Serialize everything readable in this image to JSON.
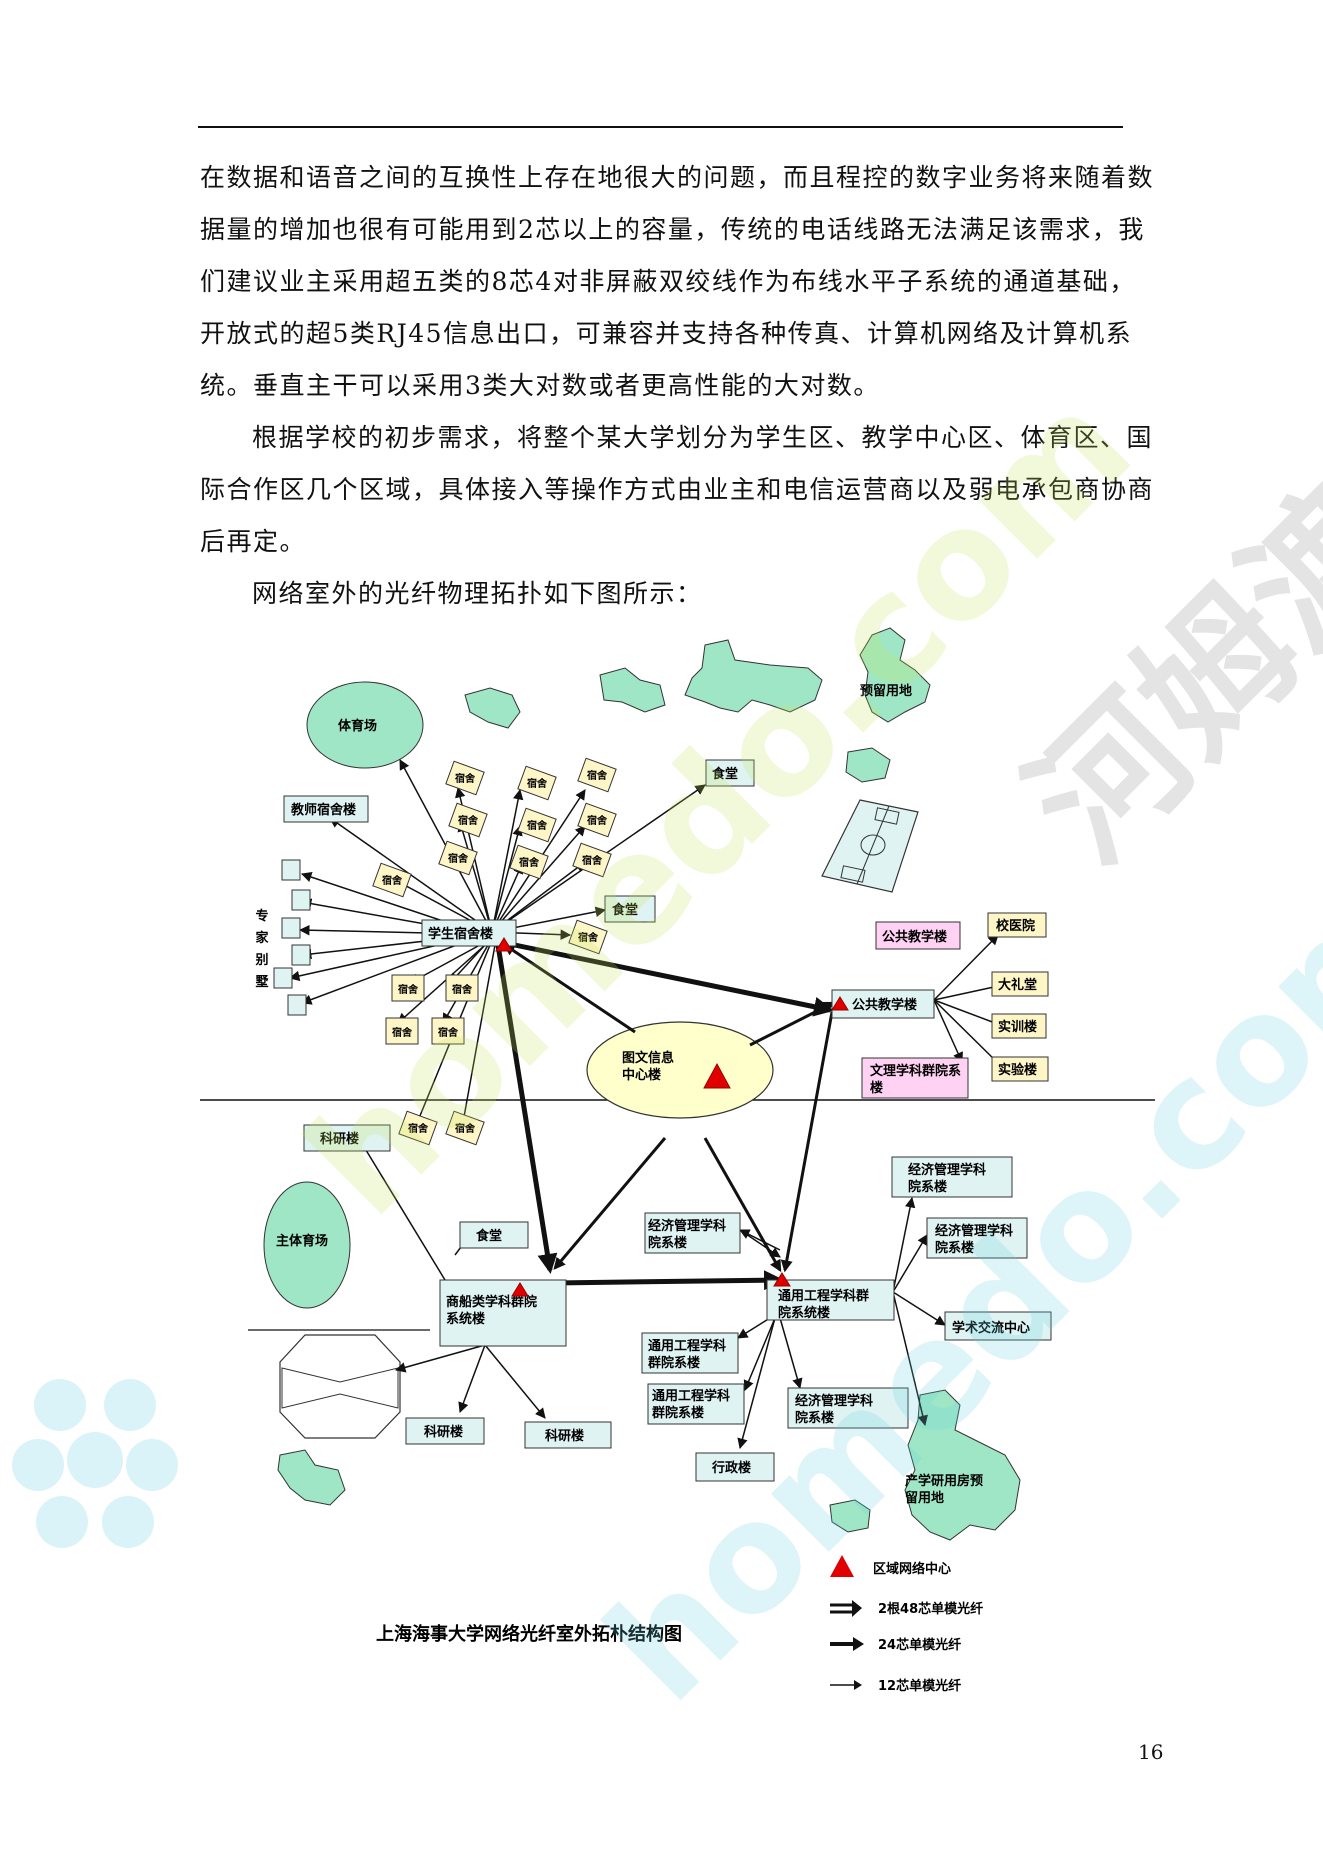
{
  "paragraphs": [
    "在数据和语音之间的互换性上存在地很大的问题，而且程控的数字业务将来随着数据量的增加也很有可能用到2芯以上的容量，传统的电话线路无法满足该需求，我们建议业主采用超五类的8芯4对非屏蔽双绞线作为布线水平子系统的通道基础，开放式的超5类RJ45信息出口，可兼容并支持各种传真、计算机网络及计算机系统。垂直主干可以采用3类大对数或者更高性能的大对数。",
    "根据学校的初步需求，将整个某大学划分为学生区、教学中心区、体育区、国际合作区几个区域，具体接入等操作方式由业主和电信运营商以及弱电承包商协商后再定。",
    "网络室外的光纤物理拓扑如下图所示："
  ],
  "diagram": {
    "caption": "上海海事大学网络光纤室外拓朴结构图",
    "nodes": {
      "tiyuchang": "体育场",
      "yuliu": "预留用地",
      "jiaoshi_sushe": "教师宿舍楼",
      "sushe": "宿舍",
      "shitang": "食堂",
      "zhuanjia": "专家别墅",
      "xuesheng": "学生宿舍楼",
      "gonggong_jiaoxue_top": "公共教学楼",
      "gonggong_jiaoxue": "公共教学楼",
      "xiaoyiyuan": "校医院",
      "dalitang": "大礼堂",
      "shixun": "实训楼",
      "shiyan": "实验楼",
      "wenli": "文理学科群院系楼",
      "tuwen": "图文信息中心楼",
      "keyan": "科研楼",
      "zhuti_tiyu": "主体育场",
      "chuanbo": "商船类学科群院系统楼",
      "jingji": "经济管理学科院系楼",
      "tongyong_center": "通用工程学科群院系统楼",
      "tongyong": "通用工程学科群院系楼",
      "xuezhu_jiaoliu": "学术交流中心",
      "xingzheng": "行政楼",
      "chanxue": "产学研用房预留用地"
    },
    "legend": [
      {
        "label": "区域网络中心",
        "symbol": "triangle-icon"
      },
      {
        "label": "2根48芯单模光纤",
        "symbol": "double-arrow-icon"
      },
      {
        "label": "24芯单模光纤",
        "symbol": "thick-arrow-icon"
      },
      {
        "label": "12芯单模光纤",
        "symbol": "thin-arrow-icon"
      }
    ]
  },
  "watermark": {
    "text_en": "homedo.com",
    "text_cn": "河姆渡"
  },
  "colors": {
    "land": "#9ee6c6",
    "building": "#dff3f3",
    "dorm": "#fff6c8",
    "pink": "#ffd2f4",
    "hub": "#ffffcc",
    "red": "#e00000"
  },
  "page_number": "16"
}
